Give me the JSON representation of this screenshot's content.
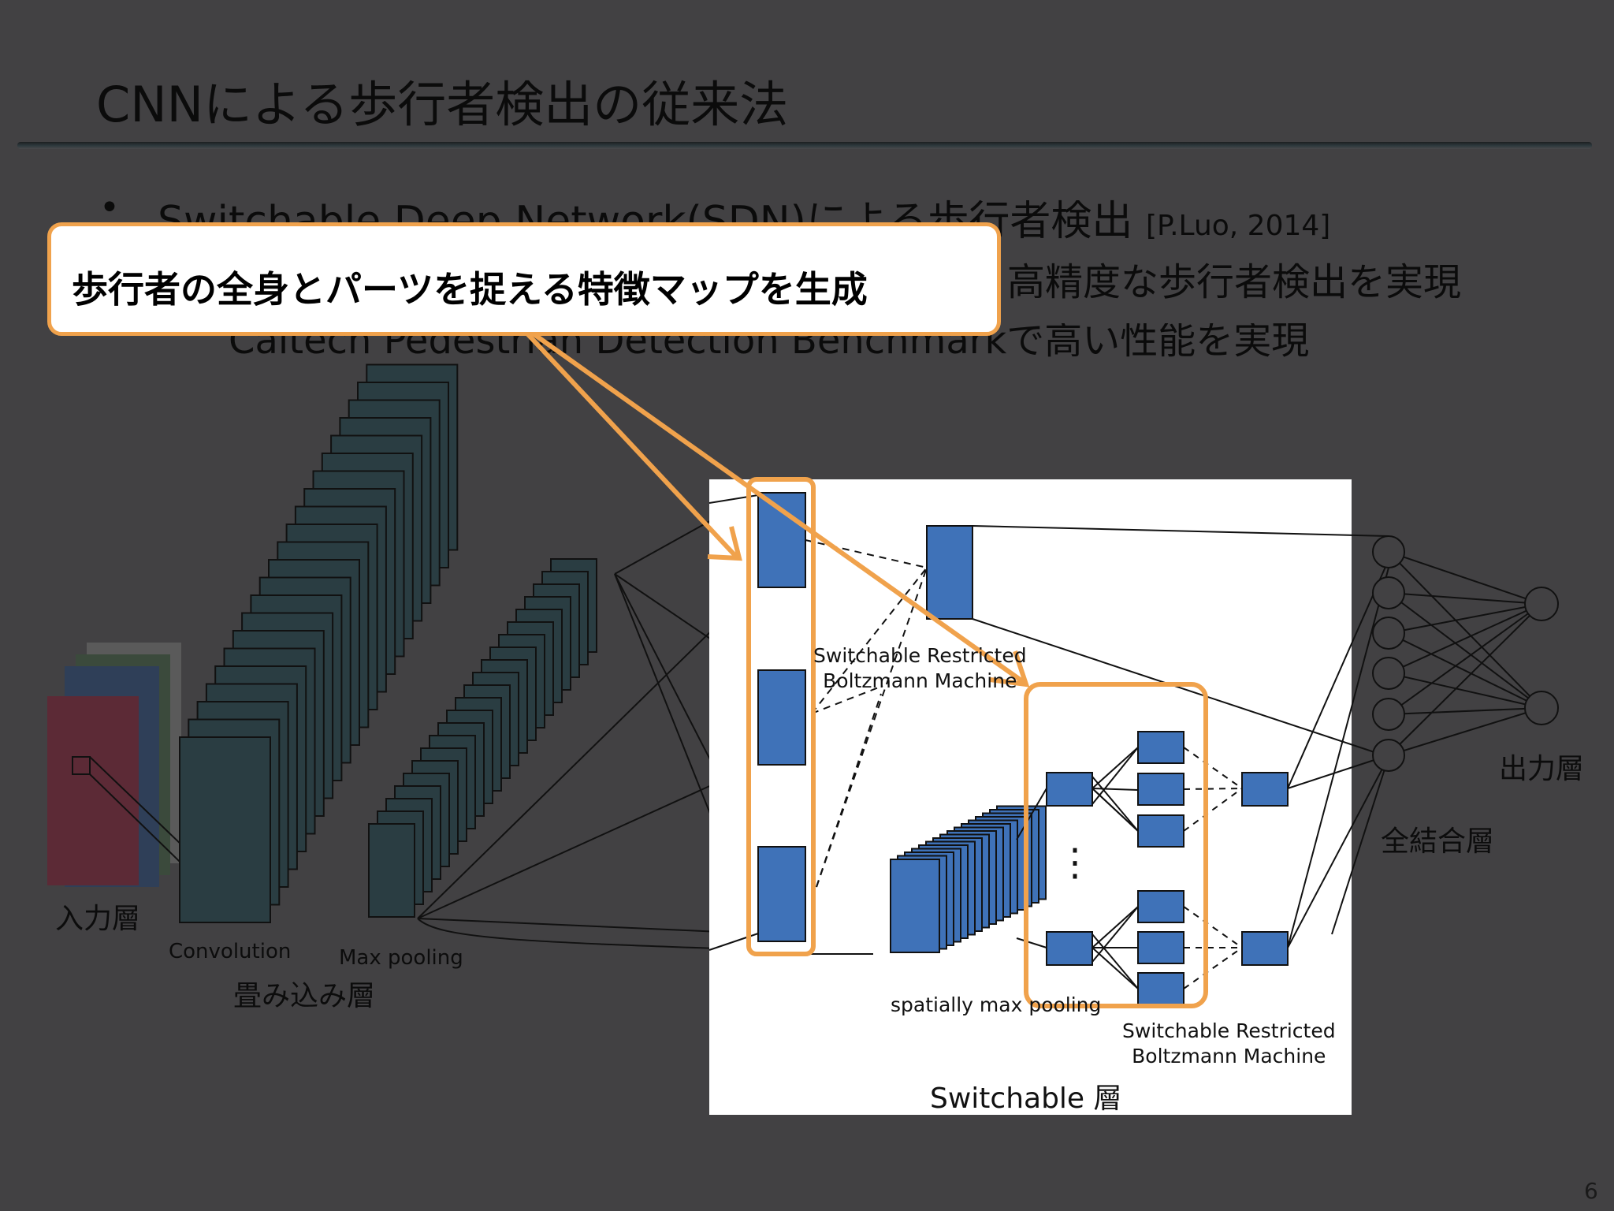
{
  "slide": {
    "title": "CNNによる歩行者検出の従来法",
    "page_number": "6"
  },
  "bullet": {
    "main": "Switchable Deep Network(SDN)による歩行者検出",
    "cite": "[P.Luo, 2014]",
    "sub1_visible_tail": "高精度な歩行者検出を実現",
    "sub2_partial": "Caltech Pedestrian Detection Benchmarkで高い性能を実現"
  },
  "callout": {
    "text": "歩行者の全身とパーツを捉える特徴マップを生成",
    "accent_color": "#f0a24c"
  },
  "cnn_labels": {
    "input_layer": "入力層",
    "convolution": "Convolution",
    "max_pooling": "Max pooling",
    "conv_layer": "畳み込み層"
  },
  "switchable_diagram": {
    "srbm_top_1": "Switchable Restricted",
    "srbm_top_2": "Boltzmann Machine",
    "spatial_pool": "spatially max pooling",
    "srbm_bottom_1": "Switchable Restricted",
    "srbm_bottom_2": "Boltzmann Machine",
    "layer_name": "Switchable 層",
    "ellipsis": "⋮",
    "box_color": "#3f72b8"
  },
  "fc_labels": {
    "fully_connected": "全結合層",
    "output_layer": "出力層"
  }
}
